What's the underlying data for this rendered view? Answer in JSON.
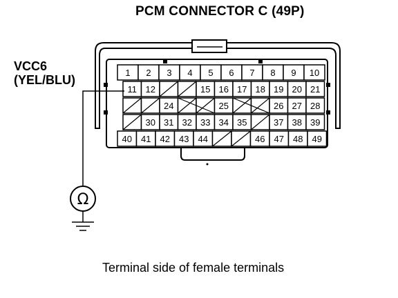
{
  "title": "PCM CONNECTOR C (49P)",
  "wire": {
    "name": "VCC6",
    "color": "(YEL/BLU)"
  },
  "caption": "Terminal side of female terminals",
  "meter_symbol": "Ω",
  "connector": {
    "rows": [
      {
        "cells": [
          "1",
          "2",
          "3",
          "4",
          "5",
          "6",
          "7",
          "8",
          "9",
          "10"
        ],
        "empty": []
      },
      {
        "cells": [
          "11",
          "12",
          "",
          "",
          "15",
          "16",
          "17",
          "18",
          "19",
          "20",
          "21"
        ],
        "empty": [
          2,
          3
        ]
      },
      {
        "cells": [
          "",
          "",
          "24",
          "",
          "",
          "25",
          "",
          "",
          "26",
          "27",
          "28"
        ],
        "empty": [
          0,
          1,
          3,
          4,
          6,
          7
        ]
      },
      {
        "cells": [
          "",
          "30",
          "31",
          "32",
          "33",
          "34",
          "35",
          "",
          "37",
          "38",
          "39"
        ],
        "empty": [
          0,
          7
        ]
      },
      {
        "cells": [
          "40",
          "41",
          "42",
          "43",
          "44",
          "",
          "",
          "46",
          "47",
          "48",
          "49"
        ],
        "empty": [
          5,
          6
        ]
      }
    ],
    "probed_terminal": "11"
  }
}
